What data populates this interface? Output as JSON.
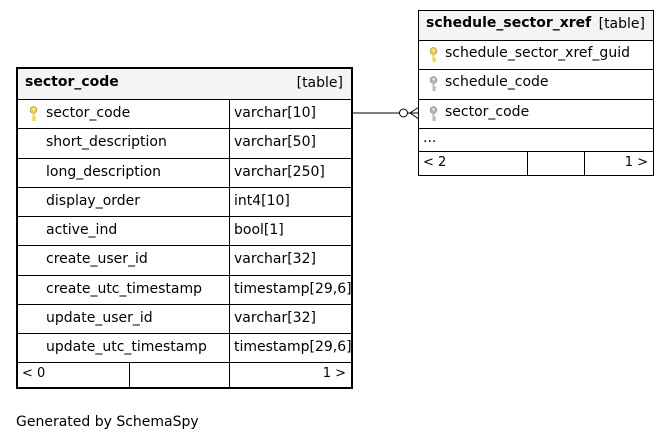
{
  "caption": "Generated by SchemaSpy",
  "tables": {
    "sector_code": {
      "name": "sector_code",
      "kind": "[table]",
      "columns": [
        {
          "name": "sector_code",
          "type": "varchar[10]",
          "key": "primary"
        },
        {
          "name": "short_description",
          "type": "varchar[50]",
          "key": ""
        },
        {
          "name": "long_description",
          "type": "varchar[250]",
          "key": ""
        },
        {
          "name": "display_order",
          "type": "int4[10]",
          "key": ""
        },
        {
          "name": "active_ind",
          "type": "bool[1]",
          "key": ""
        },
        {
          "name": "create_user_id",
          "type": "varchar[32]",
          "key": ""
        },
        {
          "name": "create_utc_timestamp",
          "type": "timestamp[29,6]",
          "key": ""
        },
        {
          "name": "update_user_id",
          "type": "varchar[32]",
          "key": ""
        },
        {
          "name": "update_utc_timestamp",
          "type": "timestamp[29,6]",
          "key": ""
        }
      ],
      "footer": {
        "left": "< 0",
        "right": "1 >"
      }
    },
    "schedule_sector_xref": {
      "name": "schedule_sector_xref",
      "kind": "[table]",
      "columns": [
        {
          "name": "schedule_sector_xref_guid",
          "key": "primary"
        },
        {
          "name": "schedule_code",
          "key": "foreign"
        },
        {
          "name": "sector_code",
          "key": "foreign"
        }
      ],
      "more": "...",
      "footer": {
        "left": "< 2",
        "right": "1 >"
      }
    }
  },
  "colors": {
    "primary_key": "#f2d22a",
    "foreign_key": "#b5b5b5",
    "header_bg": "#f4f4f4"
  }
}
